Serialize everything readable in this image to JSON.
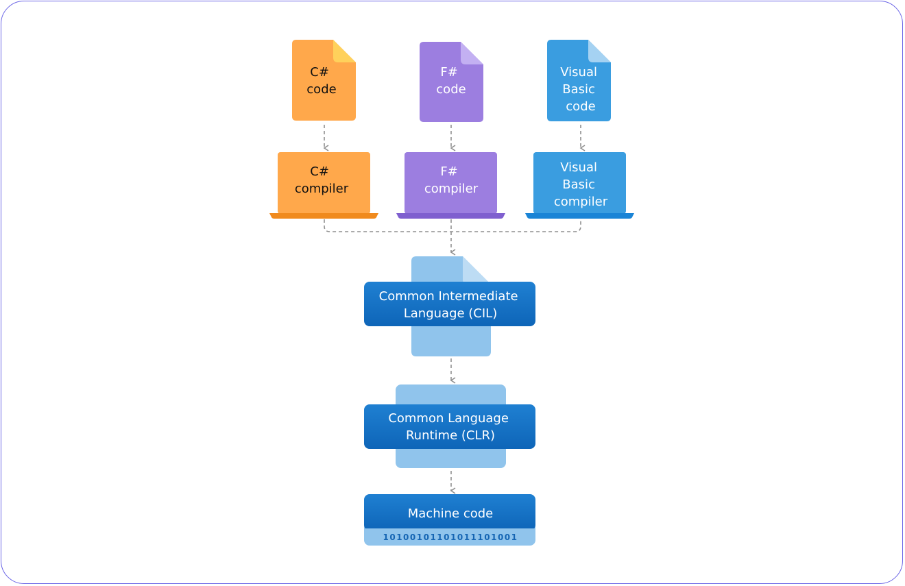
{
  "sources": [
    {
      "lines": [
        "C#",
        "code"
      ],
      "color": "#ffa84b",
      "fold": "#ffd15b",
      "text_color": "#111111"
    },
    {
      "lines": [
        "F#",
        "code"
      ],
      "color": "#9c7ee0",
      "fold": "#c3b0f2",
      "text_color": "#ffffff"
    },
    {
      "lines": [
        "Visual",
        "Basic",
        "code"
      ],
      "color": "#3a9de0",
      "fold": "#a5d2f2",
      "text_color": "#ffffff"
    }
  ],
  "compilers": [
    {
      "lines": [
        "C#",
        "compiler"
      ],
      "color": "#ffa84b",
      "base": "#f08a1d",
      "text_color": "#111111"
    },
    {
      "lines": [
        "F#",
        "compiler"
      ],
      "color": "#9c7ee0",
      "base": "#7f5fcf",
      "text_color": "#ffffff"
    },
    {
      "lines": [
        "Visual",
        "Basic",
        "compiler"
      ],
      "color": "#3a9de0",
      "base": "#1a84d6",
      "text_color": "#ffffff"
    }
  ],
  "cil": {
    "lines": [
      "Common Intermediate",
      "Language (CIL)"
    ]
  },
  "clr": {
    "lines": [
      "Common Language",
      "Runtime (CLR)"
    ]
  },
  "machine": {
    "label": "Machine code",
    "binary": "10100101101011101001"
  },
  "colors": {
    "dark_blue": "#1270c4",
    "light_blue": "#90c4ec",
    "arrow": "#8f8f8f"
  }
}
